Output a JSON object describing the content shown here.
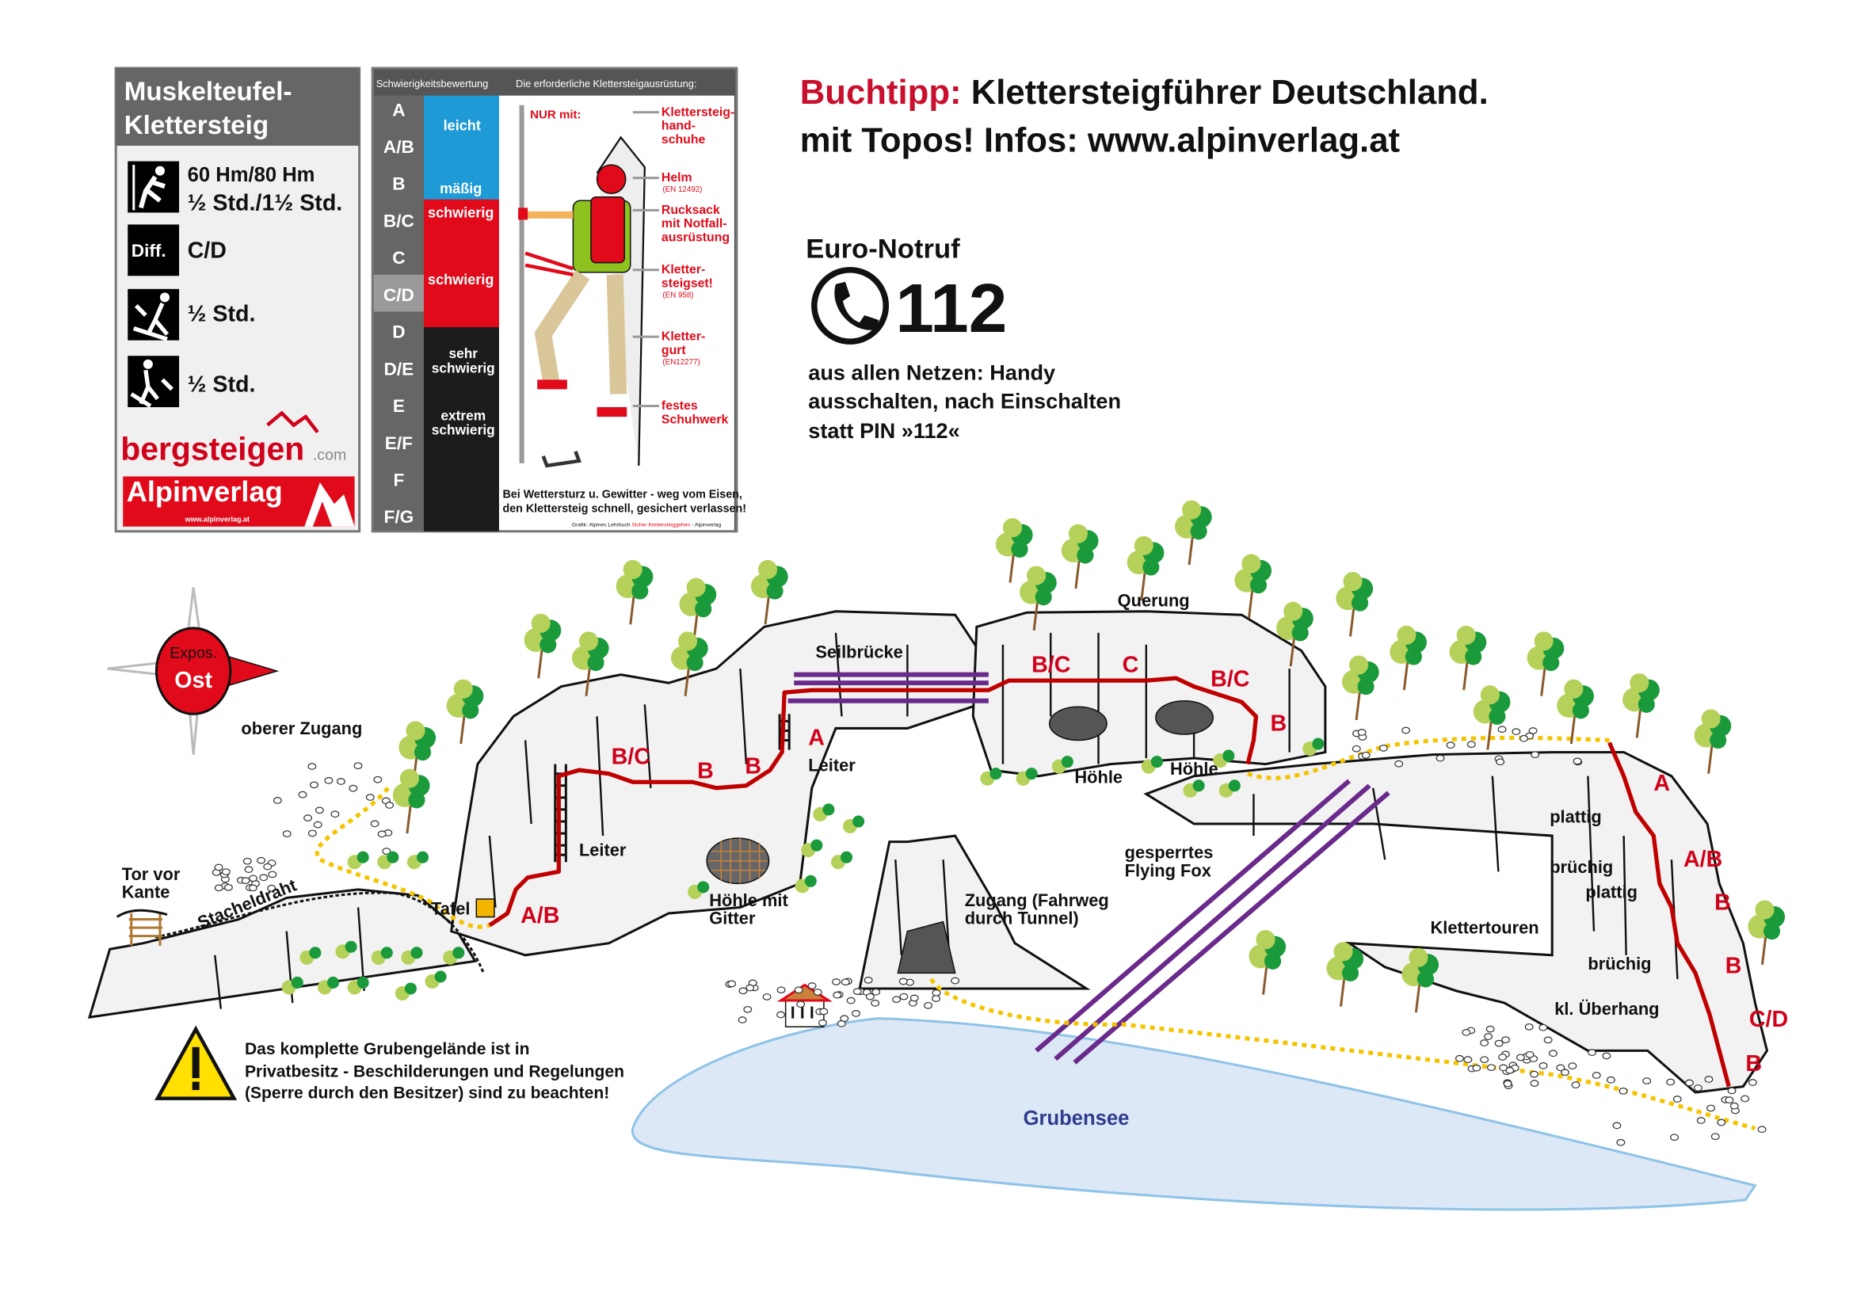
{
  "colors": {
    "red": "#d0021b",
    "blue": "#1e9ad6",
    "dark": "#1c1c1c",
    "gray": "#666666",
    "purple": "#6a2a8c",
    "path": "#f5c400",
    "lake": "#dce8f6"
  },
  "infobox": {
    "title_line1": "Muskelteufel-",
    "title_line2": "Klettersteig",
    "height": "60 Hm/80 Hm",
    "time": "½ Std./1½ Std.",
    "diff_icon": "Diff.",
    "difficulty": "C/D",
    "ascent_time": "½ Std.",
    "descent_time": "½ Std.",
    "logo1_main": "bergsteigen",
    "logo1_suffix": ".com",
    "logo2_main": "Alpinverlag",
    "logo2_url": "www.alpinverlag.at"
  },
  "gradebox": {
    "header_left": "Schwierigkeitsbewertung",
    "header_right": "Die erforderliche Klettersteigausrüstung:",
    "grades": [
      "A",
      "A/B",
      "B",
      "B/C",
      "C",
      "C/D",
      "D",
      "D/E",
      "E",
      "E/F",
      "F",
      "F/G"
    ],
    "selected": "C/D",
    "levels": {
      "leicht": "leicht",
      "maessig": "mäßig",
      "schwierig1": "schwierig",
      "schwierig2": "schwierig",
      "sehr1": "sehr",
      "sehr2": "schwierig",
      "extrem1": "extrem",
      "extrem2": "schwierig"
    },
    "nur_mit": "NUR mit:",
    "equipment": [
      {
        "lines": [
          "Klettersteig-",
          "hand-",
          "schuhe"
        ],
        "norm": ""
      },
      {
        "lines": [
          "Helm"
        ],
        "norm": "(EN 12492)"
      },
      {
        "lines": [
          "Rucksack",
          "mit Notfall-",
          "ausrüstung"
        ],
        "norm": ""
      },
      {
        "lines": [
          "Kletter-",
          "steigset!"
        ],
        "norm": "(EN 958)"
      },
      {
        "lines": [
          "Kletter-",
          "gurt"
        ],
        "norm": "(EN12277)"
      },
      {
        "lines": [
          "festes",
          "Schuhwerk"
        ],
        "norm": ""
      }
    ],
    "warning_line1": "Bei Wettersturz u. Gewitter - weg vom Eisen,",
    "warning_line2": "den Klettersteig schnell, gesichert verlassen!",
    "credit_a": "Grafik: Alpines Lehrbuch ",
    "credit_b": "Sicher Klettersteiggehen",
    "credit_c": " - Alpinverlag"
  },
  "buchtipp": {
    "label": "Buchtipp:",
    "text": " Klettersteigführer Deutschland.",
    "line2": "mit Topos! Infos: www.alpinverlag.at"
  },
  "notruf": {
    "title": "Euro-Notruf",
    "number": "112",
    "line1": "aus allen Netzen: Handy",
    "line2": "ausschalten, nach Einschalten",
    "line3": "statt PIN »112«"
  },
  "compass": {
    "line1": "Expos.",
    "line2": "Ost"
  },
  "map": {
    "labels": {
      "oberer_zugang": "oberer Zugang",
      "tor1": "Tor vor",
      "tor2": "Kante",
      "stacheldraht": "Stacheldraht",
      "tafel": "Tafel",
      "leiter1": "Leiter",
      "leiter2": "Leiter",
      "hoehle_gitter1": "Höhle mit",
      "hoehle_gitter2": "Gitter",
      "seilbruecke": "Seilbrücke",
      "querung": "Querung",
      "hoehle1": "Höhle",
      "hoehle2": "Höhle",
      "flying1": "gesperrtes",
      "flying2": "Flying Fox",
      "zugang1": "Zugang (Fahrweg",
      "zugang2": "durch Tunnel)",
      "klettertouren": "Klettertouren",
      "plattig1": "plattig",
      "bruechig1": "brüchig",
      "plattig2": "plattig",
      "bruechig2": "brüchig",
      "ueberhang": "kl. Überhang",
      "see": "Grubensee"
    },
    "grades": {
      "ab1": "A/B",
      "bc1": "B/C",
      "b1": "B",
      "b2": "B",
      "a1": "A",
      "bc2": "B/C",
      "c1": "C",
      "bc3": "B/C",
      "b3": "B",
      "a2": "A",
      "ab2": "A/B",
      "b4": "B",
      "b5": "B",
      "cd": "C/D",
      "b6": "B"
    },
    "warning1": "Das komplette Grubengelände ist in",
    "warning2": "Privatbesitz - Beschilderungen und Regelungen",
    "warning3": "(Sperre durch den Besitzer) sind zu beachten!"
  }
}
